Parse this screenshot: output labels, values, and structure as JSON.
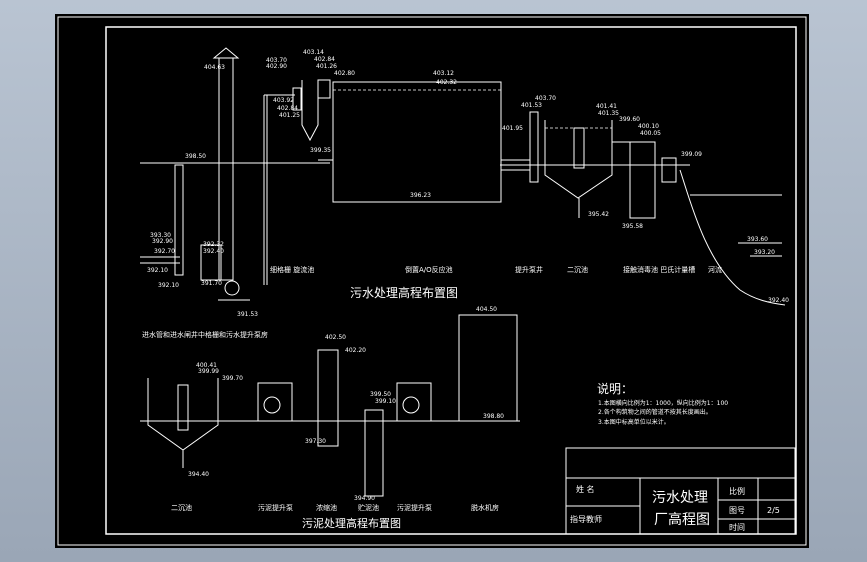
{
  "texts": {
    "el_cl_top": "404.63",
    "el_fine_a": "403.70",
    "el_fine_b": "402.90",
    "el_fine_c": "403.14",
    "el_fine_d": "402.84",
    "el_fine_e": "401.26",
    "el_fine_f": "402.80",
    "el_grit_a": "403.92",
    "el_grit_b": "402.84",
    "el_grit_c": "401.25",
    "el_ground": "398.50",
    "el_grit_bottom": "399.35",
    "el_aao_top": "403.12",
    "el_aao_top2": "402.32",
    "el_aao_bottom": "396.23",
    "el_pump_r1": "403.70",
    "el_pump_r2": "401.53",
    "el_pump_r3": "401.95",
    "el_sec_a": "401.41",
    "el_sec_b": "401.35",
    "el_sec_c": "399.60",
    "el_sec_bottom": "395.42",
    "el_uv_a": "400.10",
    "el_uv_b": "400.05",
    "el_uv_bottom": "395.58",
    "el_outlet": "399.09",
    "el_river_a": "393.60",
    "el_river_b": "393.20",
    "el_river_c": "392.40",
    "el_inlet_a": "393.30",
    "el_inlet_b": "392.90",
    "el_inlet_c": "392.70",
    "el_inlet_d": "392.10",
    "el_well_a": "392.32",
    "el_well_b": "392.40",
    "el_well_c": "391.70",
    "el_pump_base": "391.53",
    "lbl_grit": "细格栅 旋流池",
    "lbl_aao": "倒置A/O反应池",
    "lbl_lift": "提升泵井",
    "lbl_sec": "二沉池",
    "lbl_uv": "接触消毒池 巴氏计量槽",
    "lbl_river": "河流",
    "lbl_inlet": "进水管和进水闸井中格栅和污水提升泵房",
    "title_top": "污水处理高程布置图",
    "el_s_a": "400.41",
    "el_s_b": "399.99",
    "el_s_c": "399.70",
    "el_s_d": "394.40",
    "el_t_a": "402.50",
    "el_t_b": "402.20",
    "el_t_c": "397.30",
    "el_d_a": "399.50",
    "el_d_b": "399.10",
    "el_d_c": "394.90",
    "el_press_top": "404.50",
    "el_press_bottom": "398.80",
    "lbl_s1": "二沉池",
    "lbl_s2": "污泥提升泵",
    "lbl_s3": "浓缩池",
    "lbl_s4": "贮泥池",
    "lbl_s5": "污泥提升泵",
    "lbl_s6": "脱水机房",
    "title_bottom": "污泥处理高程布置图",
    "notes_title": "说明：",
    "note1": "1.本图横向比例为1：1000，纵向比例为1：100",
    "note2": "2.各个构筑物之间的管道不按其长度画出。",
    "note3": "3.本图中标高单位以米计。",
    "tb_name": "姓 名",
    "tb_advisor": "指导教师",
    "tb_title1": "污水处理",
    "tb_title2": "厂高程图",
    "tb_scale": "比例",
    "tb_drawing_no": "图号",
    "tb_drawing_no_val": "2/5",
    "tb_date": "时间"
  }
}
